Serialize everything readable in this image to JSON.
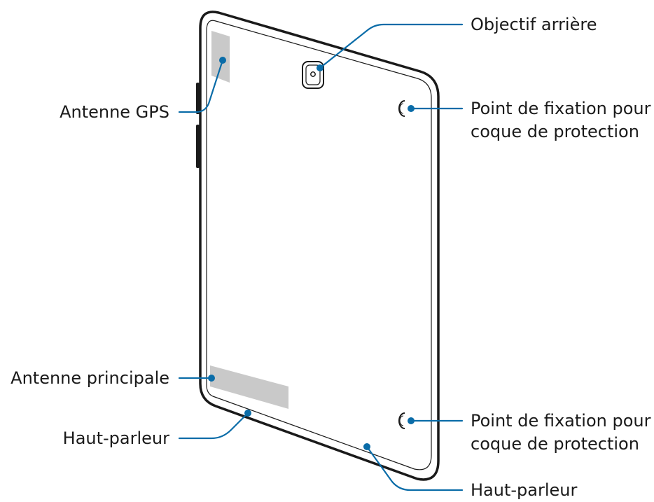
{
  "colors": {
    "callout": "#0a6ca8",
    "outline": "#1a1a1a",
    "antenna": "#c9c9c9"
  },
  "labels": {
    "rear_camera": "Objectif arrière",
    "gps_antenna": "Antenne GPS",
    "cover_point_top_line1": "Point de fixation pour",
    "cover_point_top_line2": "coque de protection",
    "main_antenna": "Antenne principale",
    "speaker_left": "Haut-parleur",
    "cover_point_bottom_line1": "Point de fixation pour",
    "cover_point_bottom_line2": "coque de protection",
    "speaker_right": "Haut-parleur"
  }
}
